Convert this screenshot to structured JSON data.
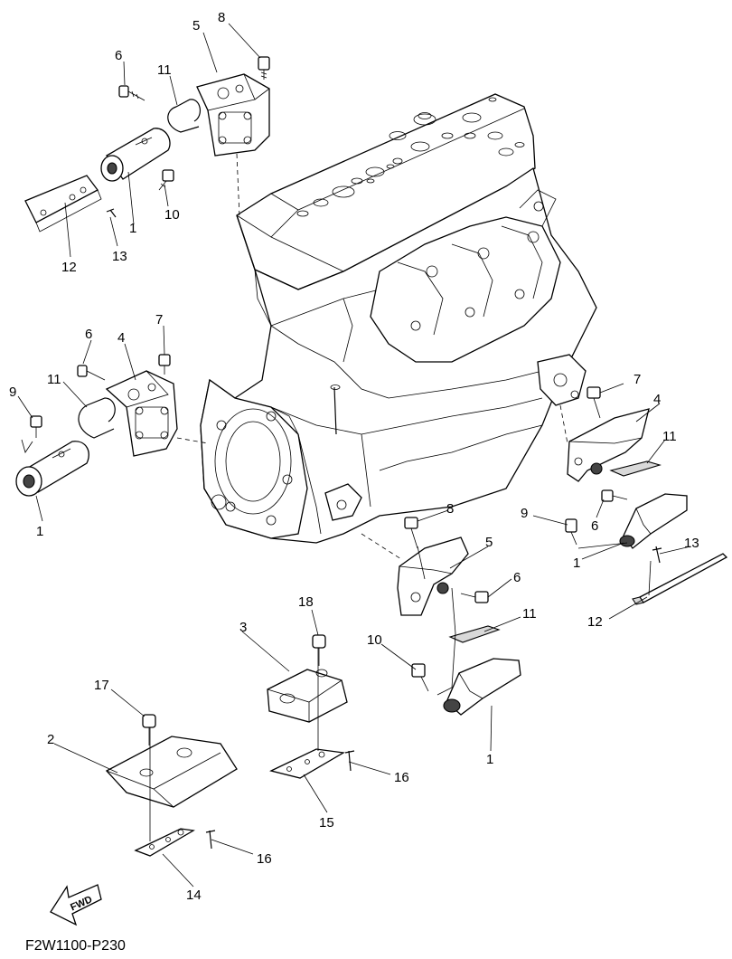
{
  "diagram_code": "F2W1100-P230",
  "fwd_label": "FWD",
  "callouts": [
    {
      "id": "c5a",
      "text": "5"
    },
    {
      "id": "c8a",
      "text": "8"
    },
    {
      "id": "c6a",
      "text": "6"
    },
    {
      "id": "c11a",
      "text": "11"
    },
    {
      "id": "c10a",
      "text": "10"
    },
    {
      "id": "c1a",
      "text": "1"
    },
    {
      "id": "c12a",
      "text": "12"
    },
    {
      "id": "c13a",
      "text": "13"
    },
    {
      "id": "c6b",
      "text": "6"
    },
    {
      "id": "c4a",
      "text": "4"
    },
    {
      "id": "c7a",
      "text": "7"
    },
    {
      "id": "c9a",
      "text": "9"
    },
    {
      "id": "c11b",
      "text": "11"
    },
    {
      "id": "c1b",
      "text": "1"
    },
    {
      "id": "c7b",
      "text": "7"
    },
    {
      "id": "c4b",
      "text": "4"
    },
    {
      "id": "c11c",
      "text": "11"
    },
    {
      "id": "c9b",
      "text": "9"
    },
    {
      "id": "c6c",
      "text": "6"
    },
    {
      "id": "c13b",
      "text": "13"
    },
    {
      "id": "c1c",
      "text": "1"
    },
    {
      "id": "c12b",
      "text": "12"
    },
    {
      "id": "c8b",
      "text": "8"
    },
    {
      "id": "c5b",
      "text": "5"
    },
    {
      "id": "c6d",
      "text": "6"
    },
    {
      "id": "c11d",
      "text": "11"
    },
    {
      "id": "c10b",
      "text": "10"
    },
    {
      "id": "c1d",
      "text": "1"
    },
    {
      "id": "c18",
      "text": "18"
    },
    {
      "id": "c3",
      "text": "3"
    },
    {
      "id": "c17",
      "text": "17"
    },
    {
      "id": "c2",
      "text": "2"
    },
    {
      "id": "c16a",
      "text": "16"
    },
    {
      "id": "c15",
      "text": "15"
    },
    {
      "id": "c16b",
      "text": "16"
    },
    {
      "id": "c14",
      "text": "14"
    }
  ]
}
